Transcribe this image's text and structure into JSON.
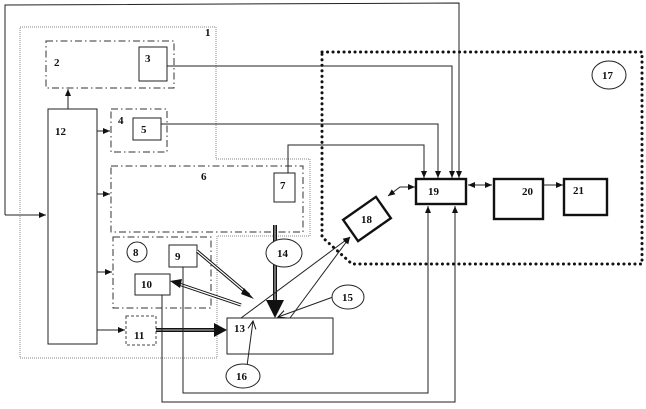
{
  "diagram": {
    "title": "Block diagram of system with numbered components",
    "labels": {
      "n1": "1",
      "n2": "2",
      "n3": "3",
      "n4": "4",
      "n5": "5",
      "n6": "6",
      "n7": "7",
      "n8": "8",
      "n9": "9",
      "n10": "10",
      "n11": "11",
      "n12": "12",
      "n13": "13",
      "n14": "14",
      "n15": "15",
      "n16": "16",
      "n17": "17",
      "n18": "18",
      "n19": "19",
      "n20": "20",
      "n21": "21"
    },
    "colors": {
      "line": "#222222",
      "background": "#ffffff"
    }
  }
}
